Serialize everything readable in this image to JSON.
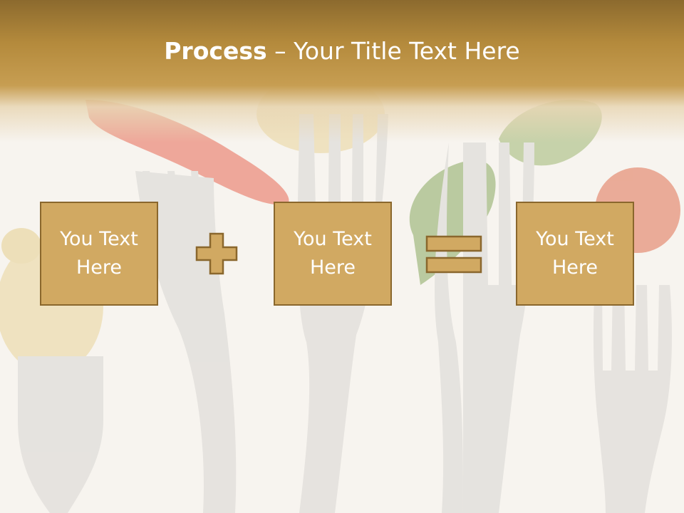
{
  "title": {
    "bold": "Process",
    "separator": " – ",
    "rest": "Your Title Text Here"
  },
  "boxes": [
    {
      "text": "You Text Here"
    },
    {
      "text": "You Text Here"
    },
    {
      "text": "You Text Here"
    }
  ],
  "operators": [
    "plus-icon",
    "equals-icon"
  ],
  "colors": {
    "title_bar": "#b48a3c",
    "box_fill": "#d1a962",
    "box_border": "#8a672d",
    "operator_fill": "#d1a962",
    "text": "#ffffff"
  }
}
